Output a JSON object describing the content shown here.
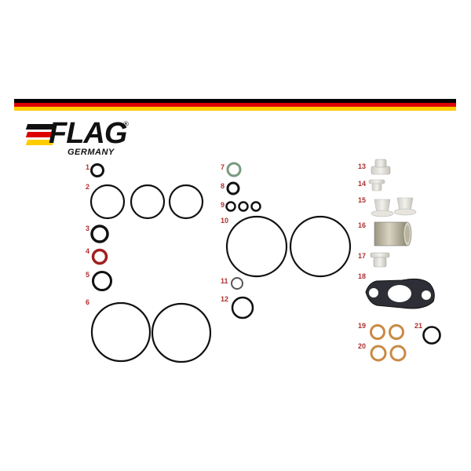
{
  "logo": {
    "brand": "FLAG",
    "registered": "®",
    "subtitle": "GERMANY"
  },
  "colors": {
    "flag_black": "#000000",
    "flag_red": "#dd0000",
    "flag_gold": "#ffcc00",
    "label_red": "#b03030",
    "oring_black": "#111111",
    "oring_red": "#a02020",
    "oring_green": "#7a9a80",
    "copper": "#c98a44",
    "bushing_gray": "#c8c4b0"
  },
  "part_labels": [
    "1",
    "2",
    "3",
    "4",
    "5",
    "6",
    "7",
    "8",
    "9",
    "10",
    "11",
    "12",
    "13",
    "14",
    "15",
    "16",
    "17",
    "18",
    "19",
    "20",
    "21"
  ]
}
